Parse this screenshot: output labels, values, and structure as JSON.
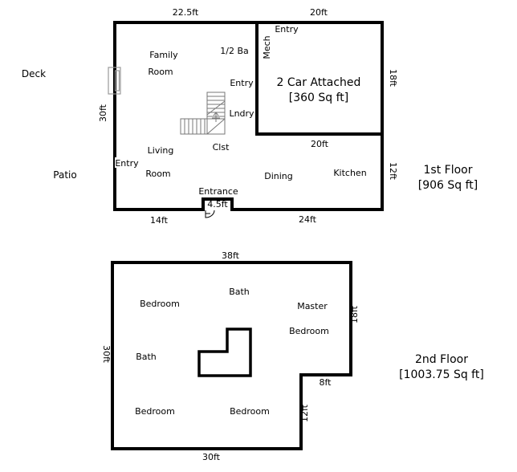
{
  "first_floor": {
    "title_line1": "1st Floor",
    "title_line2": "[906 Sq ft]",
    "outdoor": {
      "deck": "Deck",
      "patio": "Patio"
    },
    "dimensions": {
      "top_width": "22.5ft",
      "garage_width_top": "20ft",
      "left_height": "30ft",
      "garage_height": "18ft",
      "garage_width_bottom": "20ft",
      "lower_right_height": "12ft",
      "entrance_width": "4.5ft",
      "bottom_left_width": "14ft",
      "bottom_right_width": "24ft"
    },
    "rooms": {
      "family_line1": "Family",
      "family_line2": "Room",
      "half_bath": "1/2 Ba",
      "hall_entry": "Entry",
      "garage_entry": "Entry",
      "mech": "Mech",
      "laundry": "Lndry",
      "closet": "Clst",
      "living_line1": "Living",
      "living_line2": "Room",
      "side_entry": "Entry",
      "entrance": "Entrance",
      "dining": "Dining",
      "kitchen": "Kitchen",
      "garage_line1": "2 Car Attached",
      "garage_line2": "[360 Sq ft]"
    }
  },
  "second_floor": {
    "title_line1": "2nd Floor",
    "title_line2": "[1003.75 Sq ft]",
    "dimensions": {
      "top_width": "38ft",
      "left_height": "30ft",
      "right_height": "18ft",
      "step_width": "8ft",
      "step_height": "12ft",
      "bottom_width": "30ft"
    },
    "rooms": {
      "bedroom_top_left": "Bedroom",
      "bath_top": "Bath",
      "bath_mid": "Bath",
      "master_line1": "Master",
      "master_line2": "Bedroom",
      "bedroom_bottom_left": "Bedroom",
      "bedroom_bottom_center": "Bedroom"
    }
  },
  "colors": {
    "wall": "#000000",
    "stair_line": "#777777",
    "door_symbol": "#999999",
    "text": "#000000",
    "background": "#ffffff"
  }
}
